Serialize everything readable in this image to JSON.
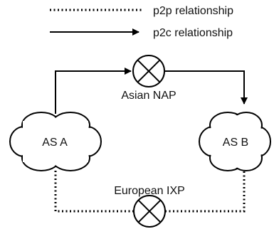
{
  "legend": {
    "p2p_label": "p2p relationship",
    "p2c_label": "p2c relationship"
  },
  "nodes": {
    "as_a": "AS A",
    "as_b": "AS B",
    "asian_nap": "Asian NAP",
    "european_ixp": "European IXP"
  },
  "colors": {
    "line": "#000000",
    "text": "#111111",
    "background": "#ffffff"
  }
}
